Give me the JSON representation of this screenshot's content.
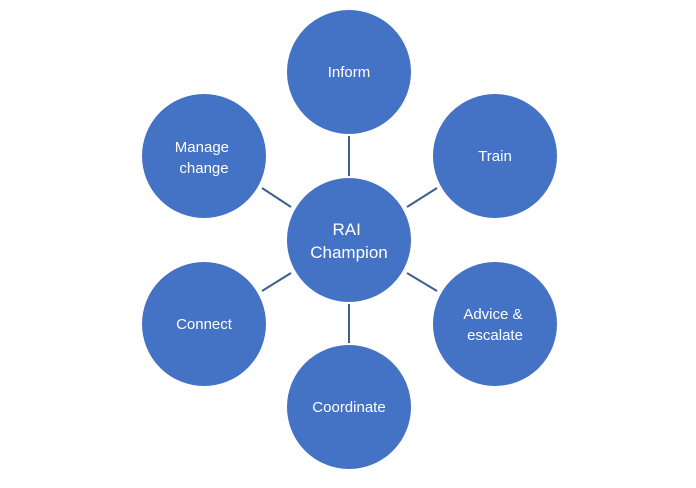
{
  "diagram": {
    "center": {
      "lines": [
        "RAI",
        "Champion"
      ]
    },
    "nodes": [
      {
        "id": "inform",
        "lines": [
          "Inform"
        ]
      },
      {
        "id": "train",
        "lines": [
          "Train"
        ]
      },
      {
        "id": "advice-escalate",
        "lines": [
          "Advice &",
          "escalate"
        ]
      },
      {
        "id": "coordinate",
        "lines": [
          "Coordinate"
        ]
      },
      {
        "id": "connect",
        "lines": [
          "Connect"
        ]
      },
      {
        "id": "manage-change",
        "lines": [
          "Manage",
          "change"
        ]
      }
    ],
    "colors": {
      "node_fill": "#4472c4",
      "connector": "#3d5f8f",
      "label": "#ffffff"
    }
  }
}
